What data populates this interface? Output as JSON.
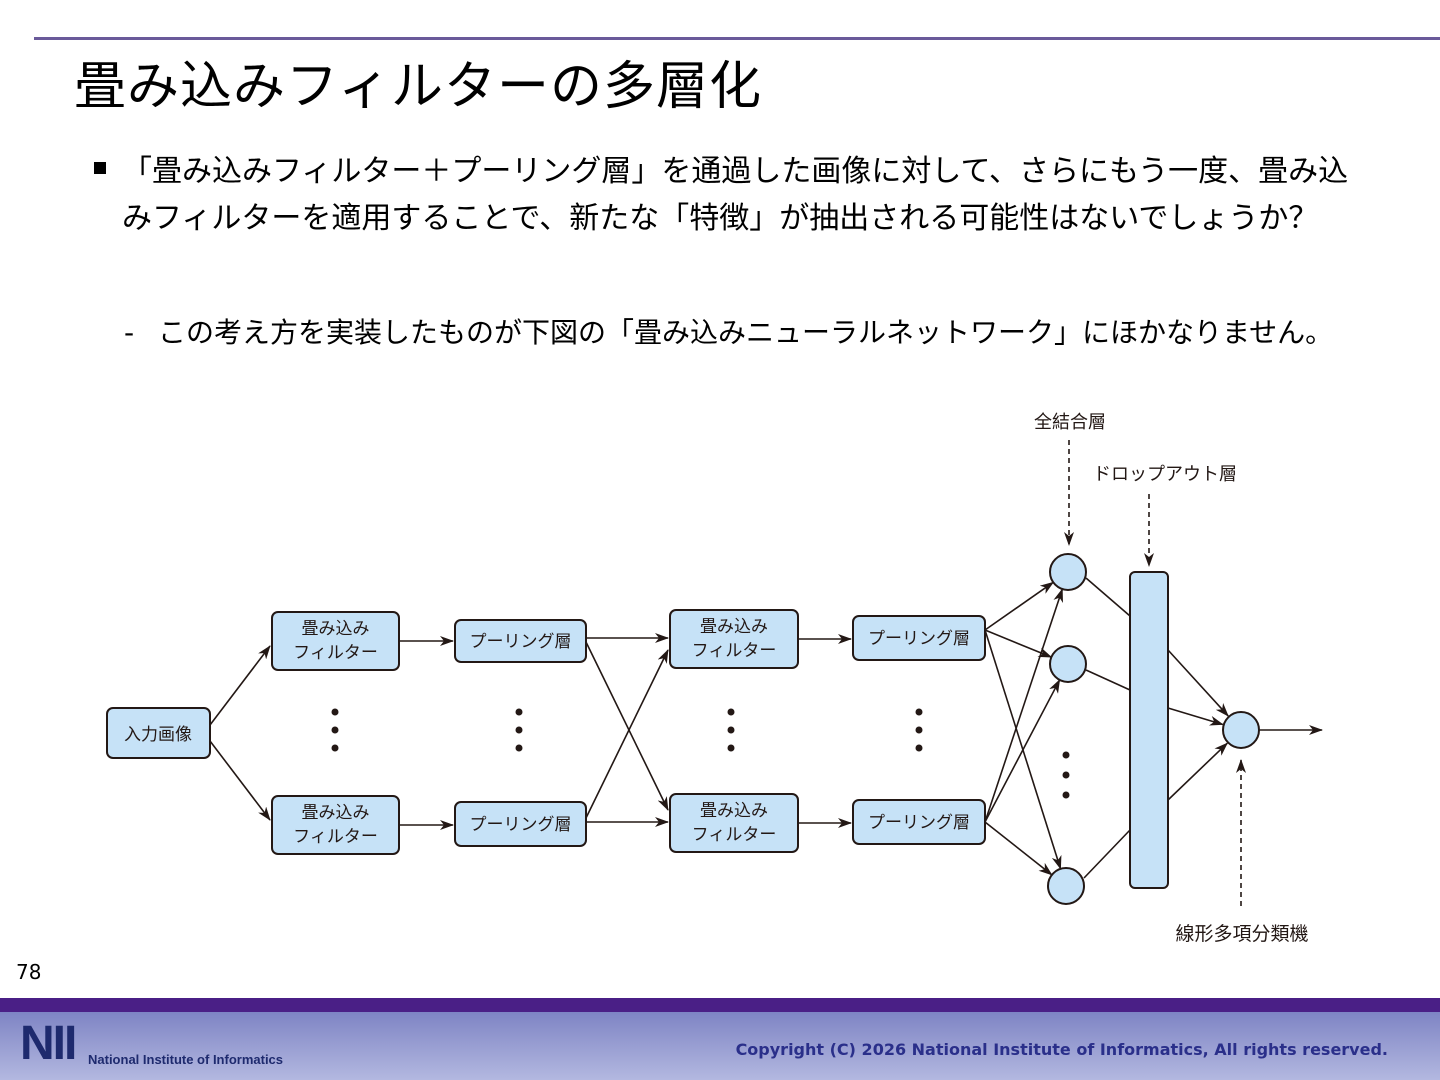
{
  "slide": {
    "title": "畳み込みフィルターの多層化",
    "bullet": "「畳み込みフィルター＋プーリング層」を通過した画像に対して、さらにもう一度、畳み込みフィルターを適用することで、新たな「特徴」が抽出される可能性はないでしょうか？",
    "sub_bullet_marker": "-",
    "sub_bullet": "この考え方を実装したものが下図の「畳み込みニューラルネットワーク」にほかなりません。",
    "page_number": "78"
  },
  "diagram": {
    "input_label": "入力画像",
    "conv_label_line1": "畳み込み",
    "conv_label_line2": "フィルター",
    "pool_label": "プーリング層",
    "fc_label": "全結合層",
    "dropout_label": "ドロップアウト層",
    "classifier_label": "線形多項分類機",
    "box_fill": "#c6e2f7",
    "line_color": "#231815"
  },
  "footer": {
    "logo_mark": "NII",
    "logo_text": "National Institute of Informatics",
    "copyright": "Copyright (C) 2026 National Institute of Informatics, All rights reserved.",
    "band_color": "#4a1f86"
  }
}
